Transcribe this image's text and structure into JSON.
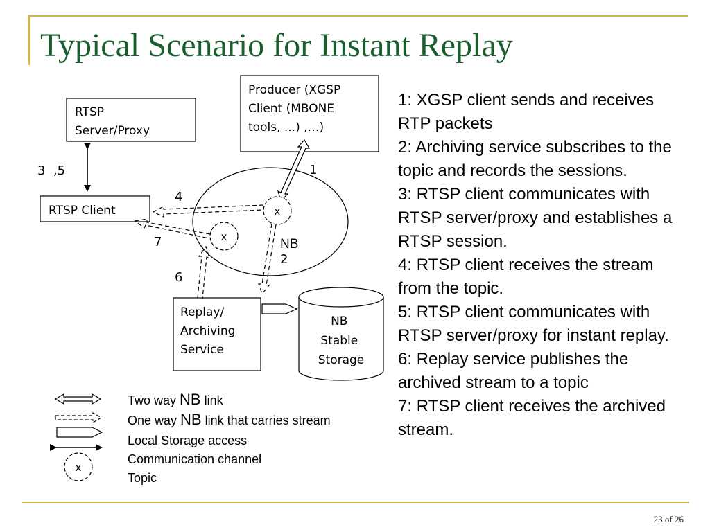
{
  "slide": {
    "title": "Typical Scenario for Instant Replay",
    "footer": {
      "page": "23",
      "of_label": "of",
      "total": "26"
    }
  },
  "diagram": {
    "nodes": {
      "producer": [
        "Producer (XGSP",
        "Client (MBONE",
        "tools, ...) ,…)"
      ],
      "rtsp_server": [
        "RTSP",
        "Server/Proxy"
      ],
      "rtsp_client": [
        "RTSP Client"
      ],
      "replay_service": [
        "Replay/",
        "Archiving",
        "Service"
      ],
      "storage": [
        "NB",
        "Stable",
        "Storage"
      ],
      "nb_cloud": [
        "NB"
      ]
    },
    "topic_marker": "x",
    "step_labels": {
      "l35": "3  ,5",
      "l1": "1",
      "l4": "4",
      "l7": "7",
      "l6": "6",
      "l2": "2"
    },
    "legend": {
      "two_way_prefix": "Two way ",
      "two_way_nb": "NB",
      "two_way_suffix": " link",
      "one_way_prefix": "One way ",
      "one_way_nb": "NB",
      "one_way_suffix": " link that carries stream",
      "local_storage": "Local Storage access",
      "communication": "Communication channel",
      "topic": "Topic",
      "topic_symbol": "x"
    }
  },
  "steps": [
    {
      "num": "1",
      "text": ": XGSP client sends and receives RTP packets"
    },
    {
      "num": "2",
      "text": ": Archiving service subscribes to the topic and records the sessions."
    },
    {
      "num": "3",
      "text": ": RTSP client communicates with RTSP server/proxy and establishes a RTSP session."
    },
    {
      "num": "4",
      "text": ": RTSP client receives the stream from the topic."
    },
    {
      "num": "5",
      "text": ": RTSP client communicates with RTSP server/proxy for instant replay."
    },
    {
      "num": "6",
      "text": ": Replay service publishes the archived stream to a topic"
    },
    {
      "num": "7",
      "text": ": RTSP client receives the archived stream."
    }
  ]
}
